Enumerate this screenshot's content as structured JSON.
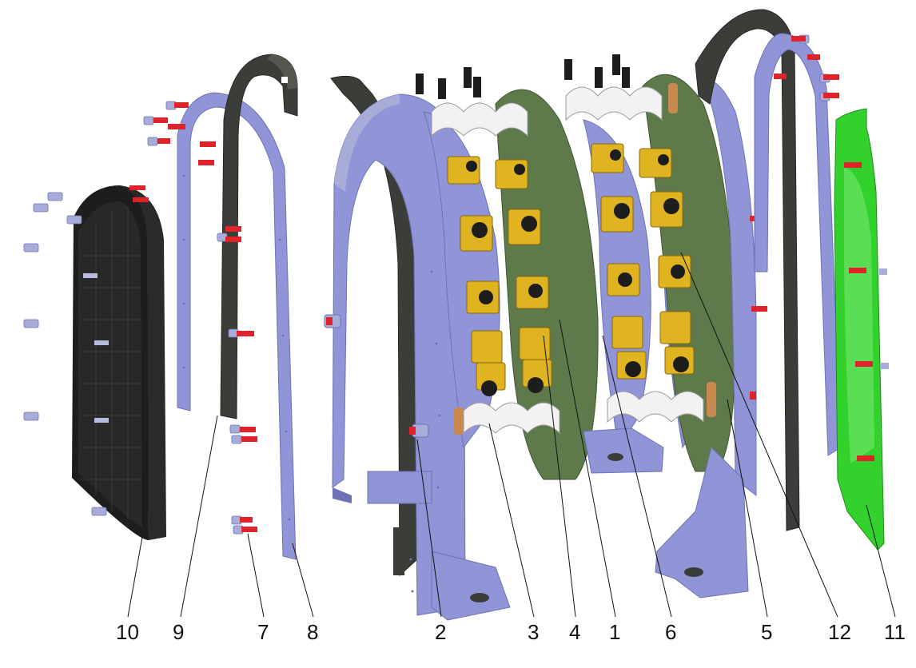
{
  "colors": {
    "steel_blue": "#8f95d6",
    "steel_blue_dark": "#6c72b4",
    "rubber_dark": "#3b3d38",
    "green_disc": "#5f7a4a",
    "bright_green": "#33d12c",
    "insulator_white": "#f2f2f2",
    "module_yellow": "#e0b320",
    "bolt_red": "#e0222a",
    "bolt_steel": "#a7acd9",
    "black_panel": "#1d1d1d"
  },
  "callouts": [
    {
      "id": "10",
      "label": "10"
    },
    {
      "id": "9",
      "label": "9"
    },
    {
      "id": "7",
      "label": "7"
    },
    {
      "id": "8",
      "label": "8"
    },
    {
      "id": "2",
      "label": "2"
    },
    {
      "id": "3",
      "label": "3"
    },
    {
      "id": "4",
      "label": "4"
    },
    {
      "id": "1",
      "label": "1"
    },
    {
      "id": "6",
      "label": "6"
    },
    {
      "id": "5",
      "label": "5"
    },
    {
      "id": "12",
      "label": "12"
    },
    {
      "id": "11",
      "label": "11"
    }
  ]
}
